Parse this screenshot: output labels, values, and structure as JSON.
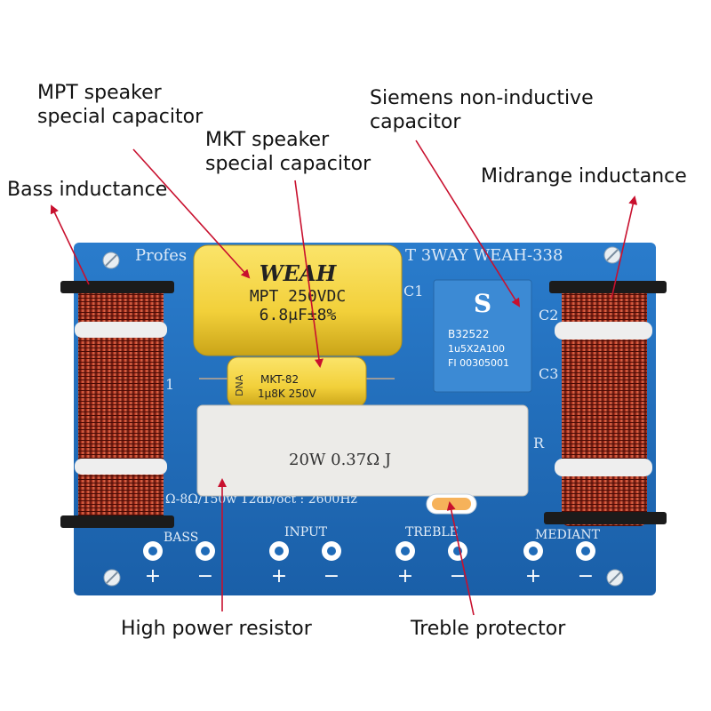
{
  "labels": {
    "mpt_cap": [
      "MPT speaker",
      "special capacitor"
    ],
    "mkt_cap": [
      "MKT speaker",
      "special capacitor"
    ],
    "siemens_cap": [
      "Siemens non-inductive",
      "capacitor"
    ],
    "bass_ind": "Bass inductance",
    "mid_ind": "Midrange inductance",
    "resistor": "High power resistor",
    "treble_prot": "Treble protector"
  },
  "board": {
    "title_left": "Profes",
    "title_right": "T 3WAY WEAH-338",
    "spec": "Ω-8Ω/150w 12db/oct : 2600Hz",
    "ref_c1": "C1",
    "ref_c2": "C2",
    "ref_c3": "C3",
    "ref_1": "1",
    "ref_r": "R",
    "sections": [
      "BASS",
      "INPUT",
      "TREBLE",
      "MEDIANT"
    ],
    "plus": "+",
    "minus": "−"
  },
  "components": {
    "mpt": {
      "brand": "WEAH",
      "line1": "MPT 250VDC",
      "line2": "6.8μF±8%"
    },
    "mkt": {
      "side": "DNA",
      "line1": "MKT-82",
      "line2": "1μ8K 250V"
    },
    "siemens": {
      "line1": "B32522",
      "line2": "1u5X2A100",
      "line3": "FI 00305001"
    },
    "resistor": {
      "text": "20W 0.37Ω J"
    }
  },
  "colors": {
    "arrow": "#c8102e",
    "pcb": "#1f6bb8",
    "coil": "#a4261a",
    "yellow_cap": "#f3d544",
    "blue_cap": "#3f8fd6"
  }
}
